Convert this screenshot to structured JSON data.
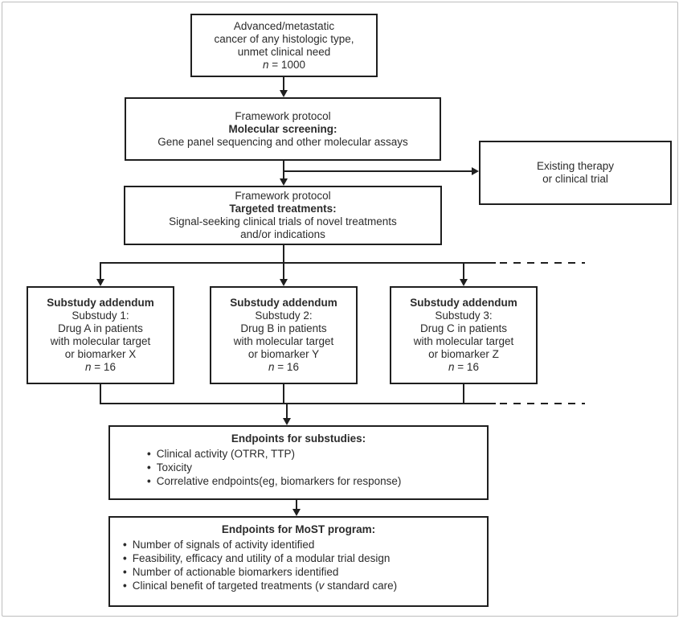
{
  "figure": {
    "colors": {
      "line": "#1f1f1f",
      "box_border": "#1f1f1f",
      "frame_border": "#bdbdbd",
      "background": "#ffffff",
      "text": "#2b2b2b"
    },
    "nodes": {
      "patient_pool": {
        "line1": "Advanced/metastatic",
        "line2": "cancer of any histologic type,",
        "line3": "unmet clinical need",
        "n_var": "n",
        "n_rest": " = 1000"
      },
      "molecular_screening": {
        "line1": "Framework protocol",
        "title": "Molecular screening:",
        "line2": "Gene panel sequencing and other molecular assays"
      },
      "existing_therapy": {
        "line1": "Existing therapy",
        "line2": "or clinical trial"
      },
      "targeted_treatments": {
        "line1": "Framework protocol",
        "title": "Targeted treatments:",
        "line2": "Signal-seeking clinical trials of novel treatments",
        "line3": "and/or indications"
      },
      "substudies": [
        {
          "title": "Substudy addendum",
          "line1": "Substudy 1:",
          "line2": "Drug A in patients",
          "line3": "with molecular target",
          "line4": "or biomarker X",
          "n_var": "n",
          "n_rest": " = 16"
        },
        {
          "title": "Substudy addendum",
          "line1": "Substudy 2:",
          "line2": "Drug B in patients",
          "line3": "with molecular target",
          "line4": "or biomarker Y",
          "n_var": "n",
          "n_rest": " = 16"
        },
        {
          "title": "Substudy addendum",
          "line1": "Substudy 3:",
          "line2": "Drug C in patients",
          "line3": "with molecular target",
          "line4": "or biomarker Z",
          "n_var": "n",
          "n_rest": " = 16"
        }
      ],
      "endpoints_substudies": {
        "title": "Endpoints for substudies:",
        "bullets": [
          "Clinical activity (OTRR, TTP)",
          "Toxicity",
          "Correlative endpoints(eg, biomarkers for response)"
        ]
      },
      "endpoints_most": {
        "title": "Endpoints for MoST program:",
        "bullets": [
          "Number of signals of activity identified",
          "Feasibility, efficacy and utility of a modular trial design",
          "Number of actionable biomarkers identified"
        ],
        "bullet4_pre": "Clinical benefit of targeted treatments (",
        "bullet4_italic": "v",
        "bullet4_post": " standard care)"
      }
    }
  }
}
